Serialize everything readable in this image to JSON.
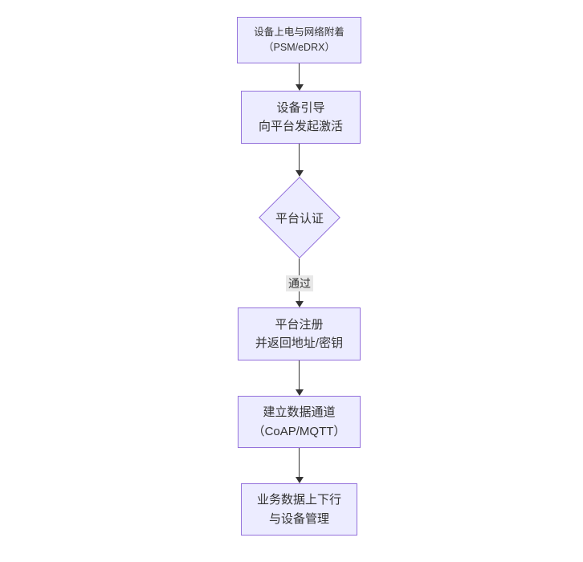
{
  "diagram": {
    "type": "flowchart",
    "direction": "top-down",
    "colors": {
      "canvas_bg": "#ffffff",
      "node_fill": "#ECECFF",
      "node_border": "#9370DB",
      "text": "#333333",
      "arrow": "#333333",
      "edge_label_bg": "#e8e8e8"
    },
    "nodes": [
      {
        "id": "power-network-attach",
        "shape": "rect",
        "lines": [
          "设备上电与网络附着",
          "（PSM/eDRX）"
        ]
      },
      {
        "id": "device-bootstrap",
        "shape": "rect",
        "lines": [
          "设备引导",
          "向平台发起激活"
        ]
      },
      {
        "id": "platform-auth",
        "shape": "diamond",
        "lines": [
          "平台认证"
        ]
      },
      {
        "id": "platform-register",
        "shape": "rect",
        "lines": [
          "平台注册",
          "并返回地址/密钥"
        ]
      },
      {
        "id": "data-channel",
        "shape": "rect",
        "lines": [
          "建立数据通道",
          "（CoAP/MQTT）"
        ]
      },
      {
        "id": "business-data",
        "shape": "rect",
        "lines": [
          "业务数据上下行",
          "与设备管理"
        ]
      }
    ],
    "edges": [
      {
        "from": "power-network-attach",
        "to": "device-bootstrap",
        "label": ""
      },
      {
        "from": "device-bootstrap",
        "to": "platform-auth",
        "label": ""
      },
      {
        "from": "platform-auth",
        "to": "platform-register",
        "label": "通过"
      },
      {
        "from": "platform-register",
        "to": "data-channel",
        "label": ""
      },
      {
        "from": "data-channel",
        "to": "business-data",
        "label": ""
      }
    ]
  }
}
